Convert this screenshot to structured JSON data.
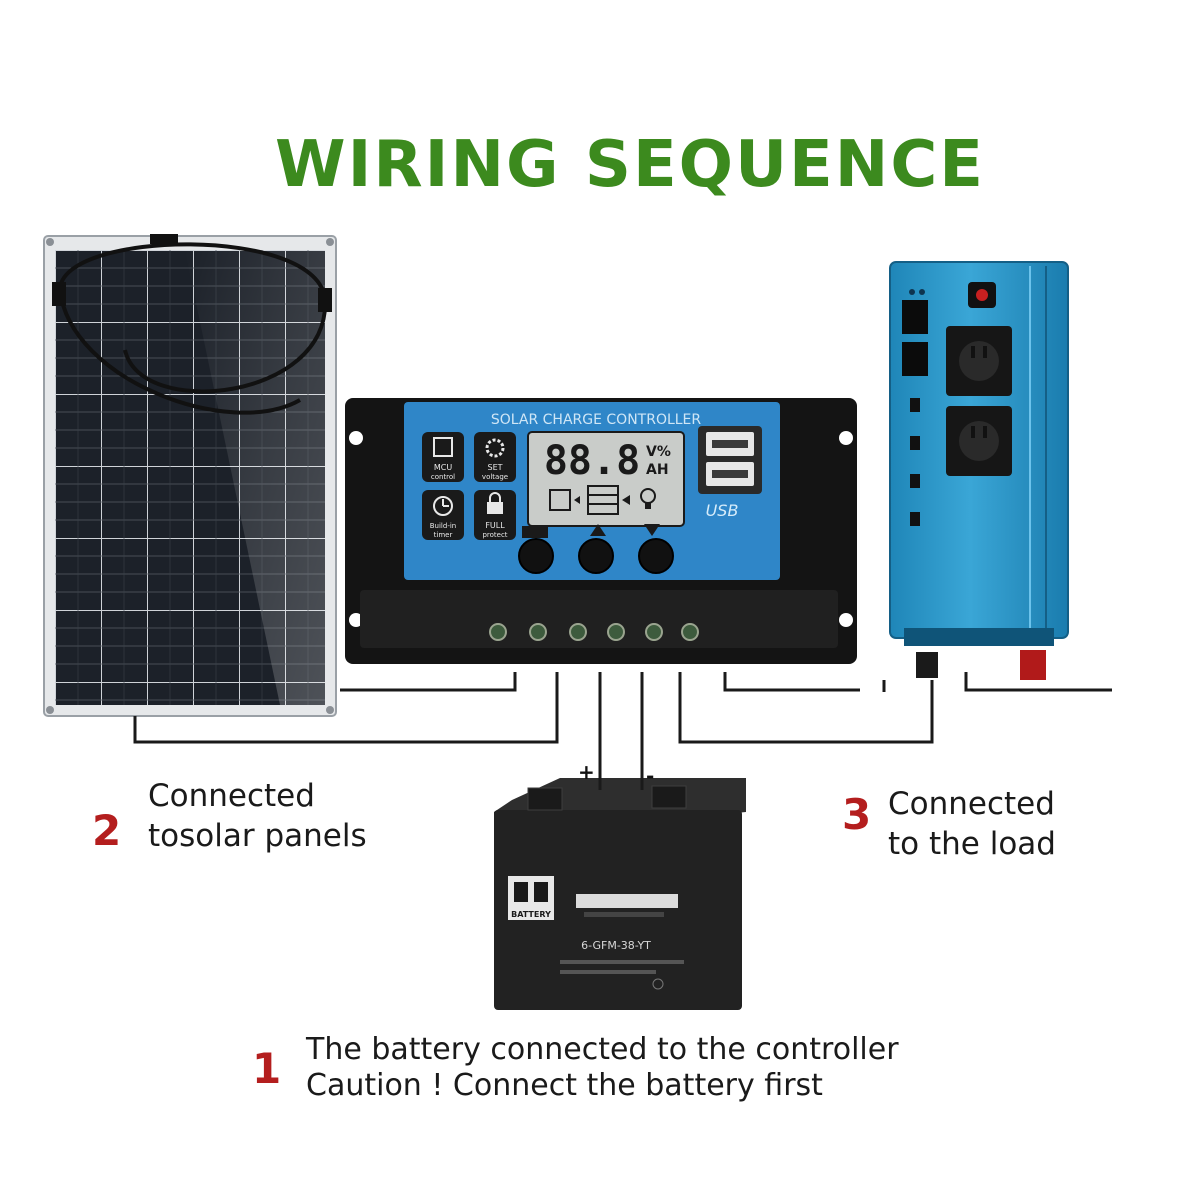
{
  "title": "WIRING SEQUENCE",
  "controller": {
    "header": "SOLAR CHARGE CONTROLLER",
    "display_digits": "88.8",
    "display_unit_top": "V%",
    "display_unit_bottom": "AH",
    "icons": [
      {
        "label_1": "MCU",
        "label_2": "control"
      },
      {
        "label_1": "SET",
        "label_2": "voltage"
      },
      {
        "label_1": "Build-in",
        "label_2": "timer"
      },
      {
        "label_1": "FULL",
        "label_2": "protect"
      }
    ],
    "usb_label": "USB"
  },
  "battery": {
    "brand": "BATTERY",
    "model": "6-GFM-38-YT",
    "positive": "+",
    "negative": "-"
  },
  "steps": [
    {
      "number": "2",
      "line_1": "Connected",
      "line_2": "tosolar panels"
    },
    {
      "number": "3",
      "line_1": "Connected",
      "line_2": "to the load"
    },
    {
      "number": "1",
      "line_1": "The battery connected to the controller",
      "line_2": "Caution ! Connect the battery first"
    }
  ]
}
